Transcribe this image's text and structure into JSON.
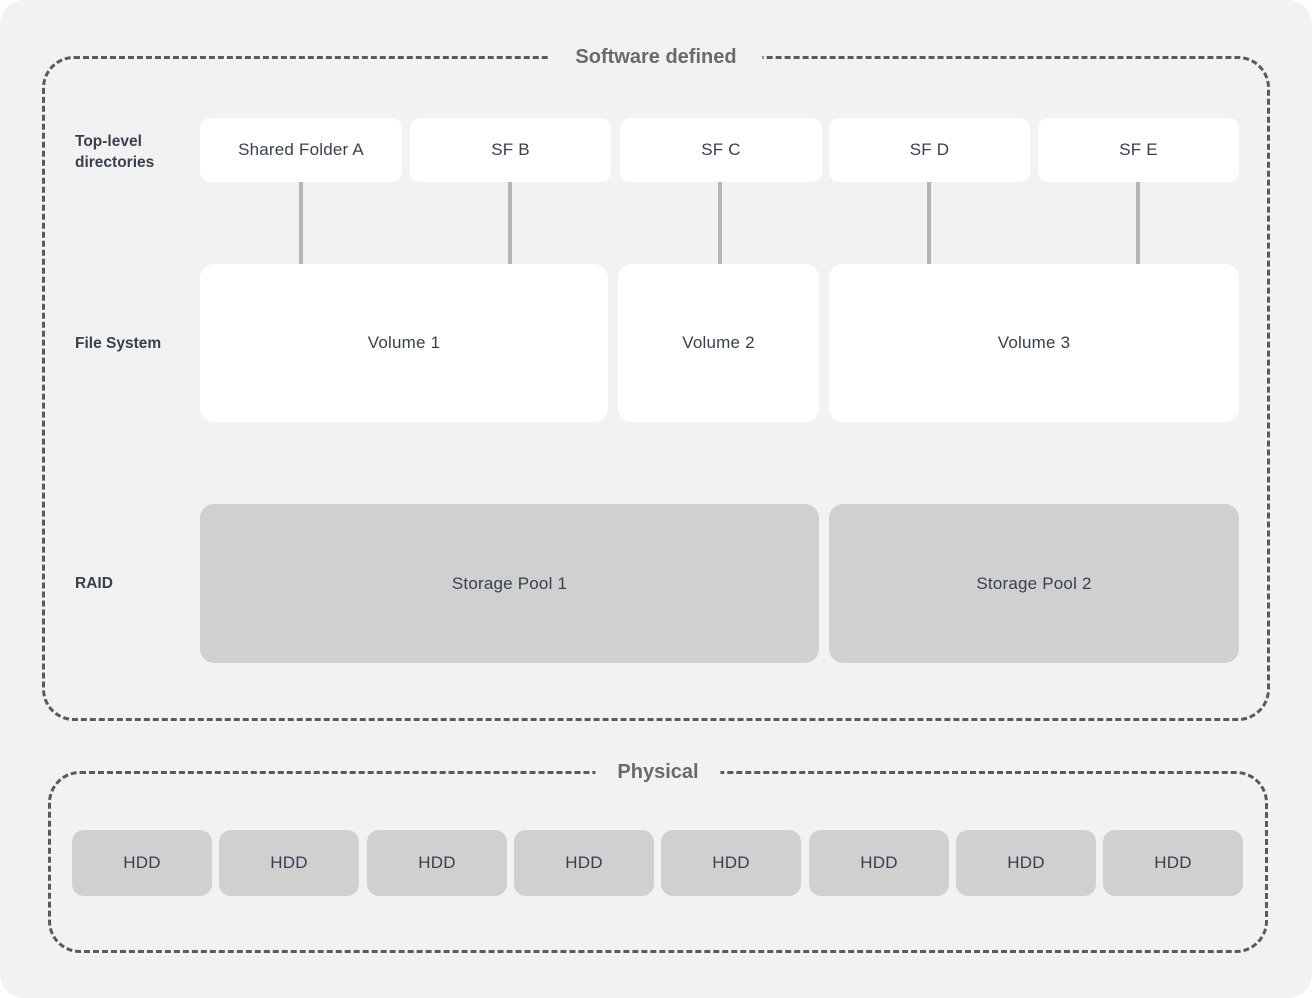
{
  "software_defined": {
    "title": "Software defined",
    "row_labels": {
      "top_level": "Top-level directories",
      "file_system": "File System",
      "raid": "RAID"
    },
    "shared_folders": [
      {
        "label": "Shared Folder A"
      },
      {
        "label": "SF B"
      },
      {
        "label": "SF C"
      },
      {
        "label": "SF D"
      },
      {
        "label": "SF E"
      }
    ],
    "volumes": [
      {
        "label": "Volume 1"
      },
      {
        "label": "Volume 2"
      },
      {
        "label": "Volume 3"
      }
    ],
    "storage_pools": [
      {
        "label": "Storage Pool 1"
      },
      {
        "label": "Storage Pool 2"
      }
    ]
  },
  "physical": {
    "title": "Physical",
    "drives": [
      "HDD",
      "HDD",
      "HDD",
      "HDD",
      "HDD",
      "HDD",
      "HDD",
      "HDD"
    ]
  },
  "colors": {
    "background": "#f2f2f2",
    "card_white": "#ffffff",
    "card_gray": "#d0d0d0",
    "text_dark": "#39404d",
    "section_title_gray": "#6a6a6a",
    "dashed_border": "#5a5a5a",
    "connector_line": "#b5b5b5"
  }
}
